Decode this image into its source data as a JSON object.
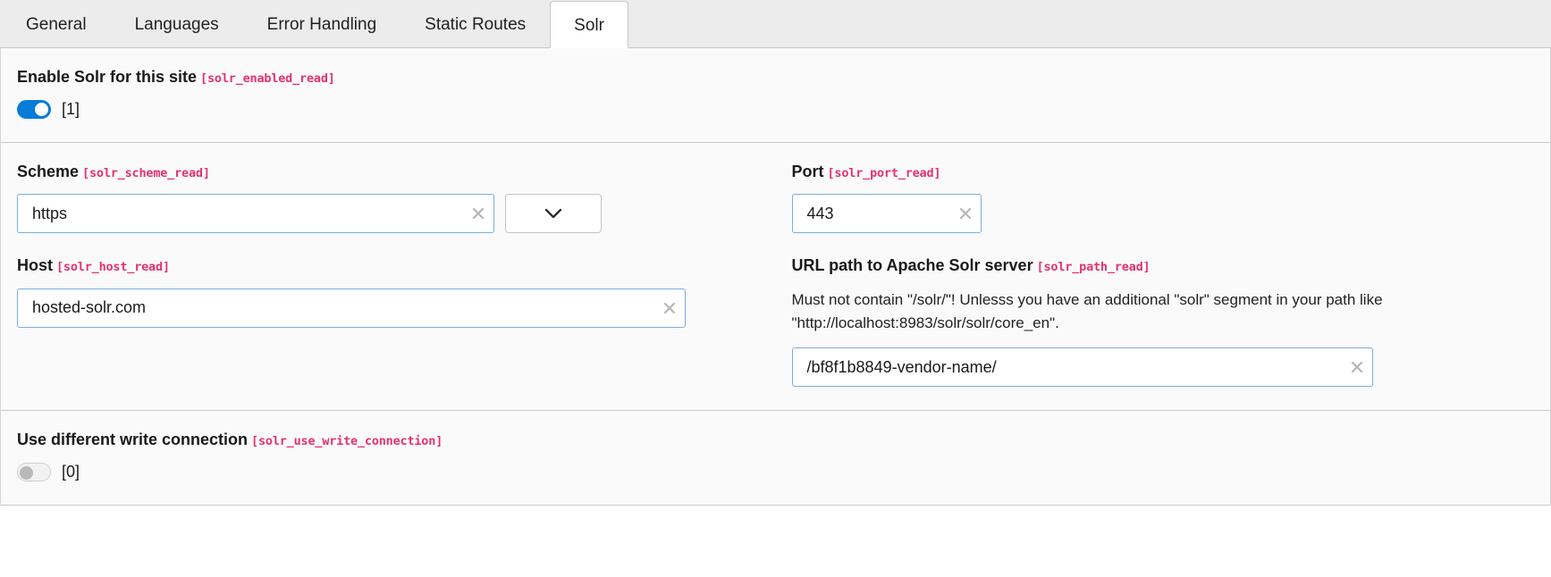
{
  "tabs": [
    {
      "label": "General",
      "active": false
    },
    {
      "label": "Languages",
      "active": false
    },
    {
      "label": "Error Handling",
      "active": false
    },
    {
      "label": "Static Routes",
      "active": false
    },
    {
      "label": "Solr",
      "active": true
    }
  ],
  "colors": {
    "var_tag": "#e5326e",
    "toggle_on": "#047cd8",
    "input_border_focus": "#79aede",
    "panel_bg": "#fafafa",
    "tabbar_bg": "#ececec"
  },
  "sections": {
    "enable": {
      "label": "Enable Solr for this site",
      "var": "[solr_enabled_read]",
      "toggle_state": "on",
      "toggle_value": "[1]"
    },
    "connection": {
      "scheme": {
        "label": "Scheme",
        "var": "[solr_scheme_read]",
        "value": "https",
        "clear_icon": "close-x-icon",
        "select_value": "",
        "select_icon": "chevron-down-icon"
      },
      "port": {
        "label": "Port",
        "var": "[solr_port_read]",
        "value": "443",
        "clear_icon": "close-x-icon"
      },
      "host": {
        "label": "Host",
        "var": "[solr_host_read]",
        "value": "hosted-solr.com",
        "clear_icon": "close-x-icon"
      },
      "path": {
        "label": "URL path to Apache Solr server",
        "var": "[solr_path_read]",
        "help": "Must not contain \"/solr/\"! Unlesss you have an additional \"solr\" segment in your path like \"http://localhost:8983/solr/solr/core_en\".",
        "value": "/bf8f1b8849-vendor-name/",
        "clear_icon": "close-x-icon"
      }
    },
    "write_connection": {
      "label": "Use different write connection",
      "var": "[solr_use_write_connection]",
      "toggle_state": "off",
      "toggle_value": "[0]"
    }
  }
}
